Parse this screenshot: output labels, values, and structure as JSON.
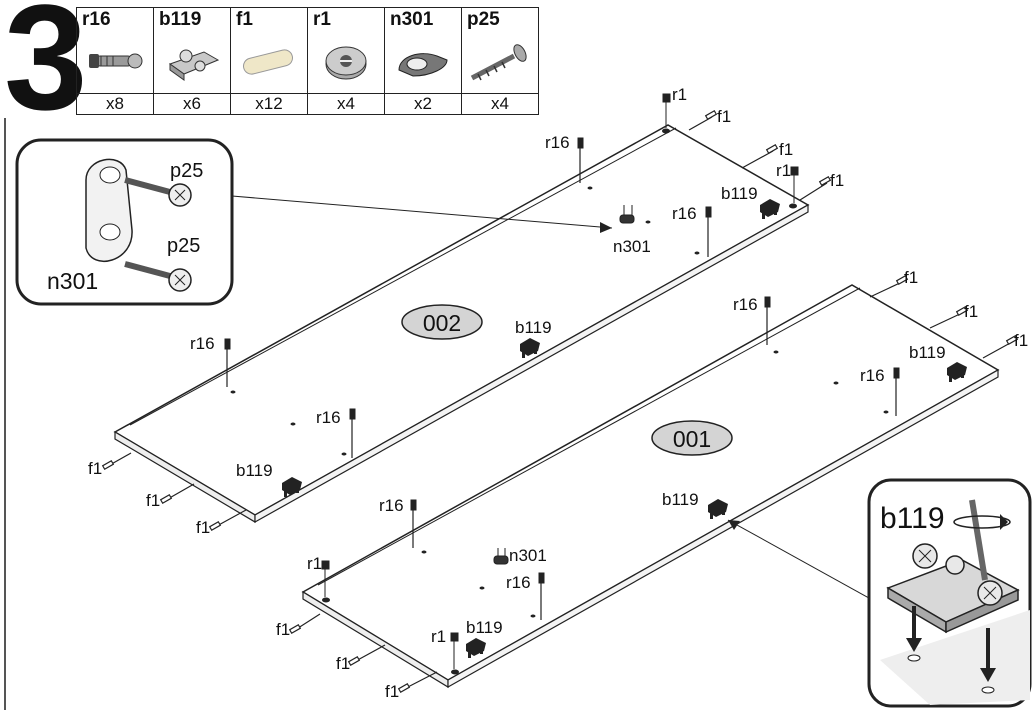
{
  "step": {
    "number": "3"
  },
  "parts": [
    {
      "code": "r16",
      "qty": "x8",
      "icon": "r16-connector-bolt-icon"
    },
    {
      "code": "b119",
      "qty": "x6",
      "icon": "b119-hinge-plate-icon"
    },
    {
      "code": "f1",
      "qty": "x12",
      "icon": "f1-wooden-dowel-icon"
    },
    {
      "code": "r1",
      "qty": "x4",
      "icon": "r1-cam-lock-icon"
    },
    {
      "code": "n301",
      "qty": "x2",
      "icon": "n301-rail-bracket-icon"
    },
    {
      "code": "p25",
      "qty": "x4",
      "icon": "p25-screw-icon"
    }
  ],
  "panels": {
    "upper": "002",
    "lower": "001"
  },
  "detail_left": {
    "part": "n301",
    "screws": [
      "p25",
      "p25"
    ]
  },
  "detail_right": {
    "part": "b119"
  },
  "labels": {
    "r1": "r1",
    "f1": "f1",
    "r16": "r16",
    "b119": "b119",
    "n301": "n301"
  },
  "colors": {
    "line": "#222222",
    "panel_label_fill": "#d4d4d4",
    "detail_bg": "#f2f2f2"
  }
}
